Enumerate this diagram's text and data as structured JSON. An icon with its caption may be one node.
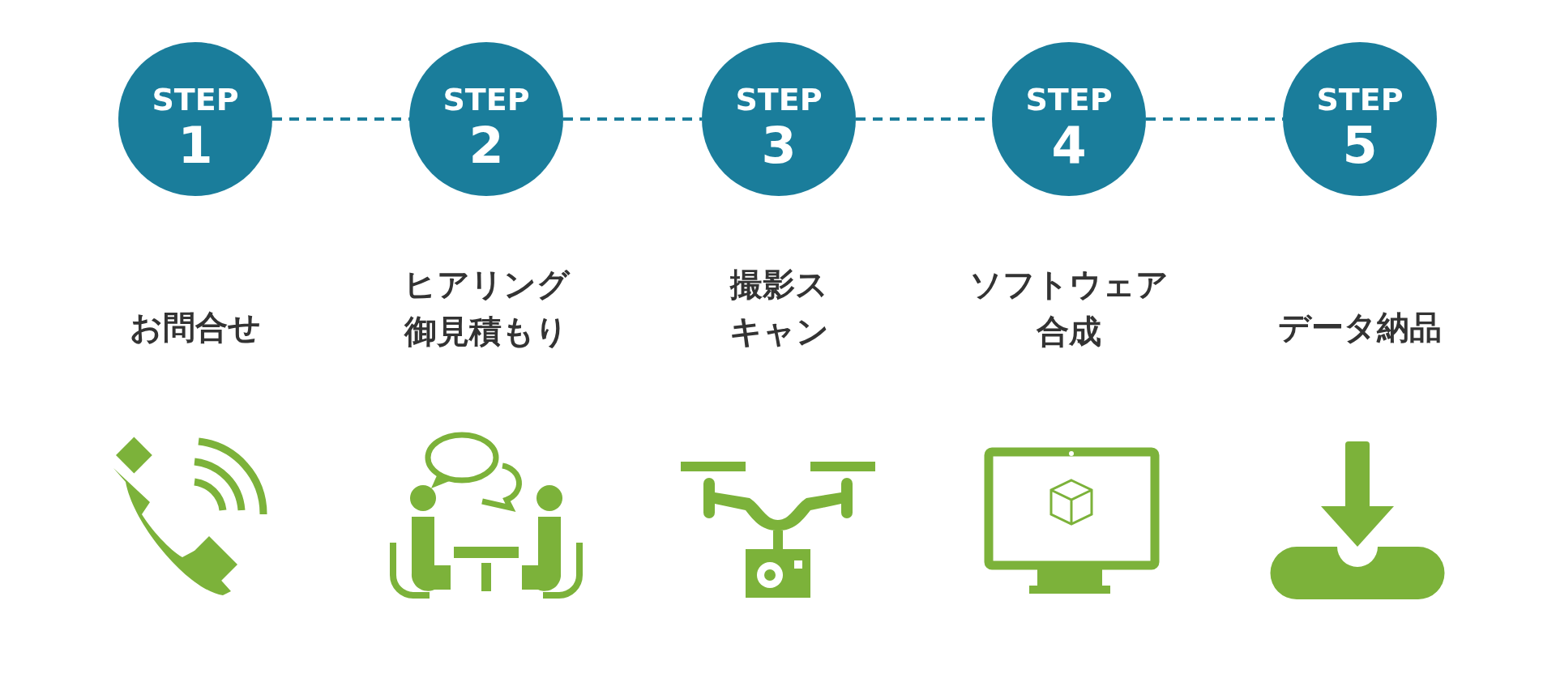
{
  "diagram": {
    "nodes": [
      {
        "text": [
          "STEP 1"
        ],
        "beside": [
          "お問合せ"
        ]
      },
      {
        "text": [
          "STEP 2"
        ],
        "beside": [
          "ヒアリング御見積もり"
        ]
      },
      {
        "text": [
          "STEP 3"
        ],
        "beside": [
          "撮影スキャン"
        ]
      },
      {
        "text": [
          "STEP 4"
        ],
        "beside": [
          "ソフトウェア合成"
        ]
      },
      {
        "text": [
          "STEP 5"
        ],
        "beside": [
          "データ納品"
        ]
      }
    ],
    "edges": [
      {
        "from": 0,
        "to": 1,
        "arrow": "none",
        "style": "dashed"
      },
      {
        "from": 1,
        "to": 2,
        "arrow": "none",
        "style": "dashed"
      },
      {
        "from": 2,
        "to": 3,
        "arrow": "none",
        "style": "dashed"
      },
      {
        "from": 3,
        "to": 4,
        "arrow": "none",
        "style": "dashed"
      }
    ]
  }
}
